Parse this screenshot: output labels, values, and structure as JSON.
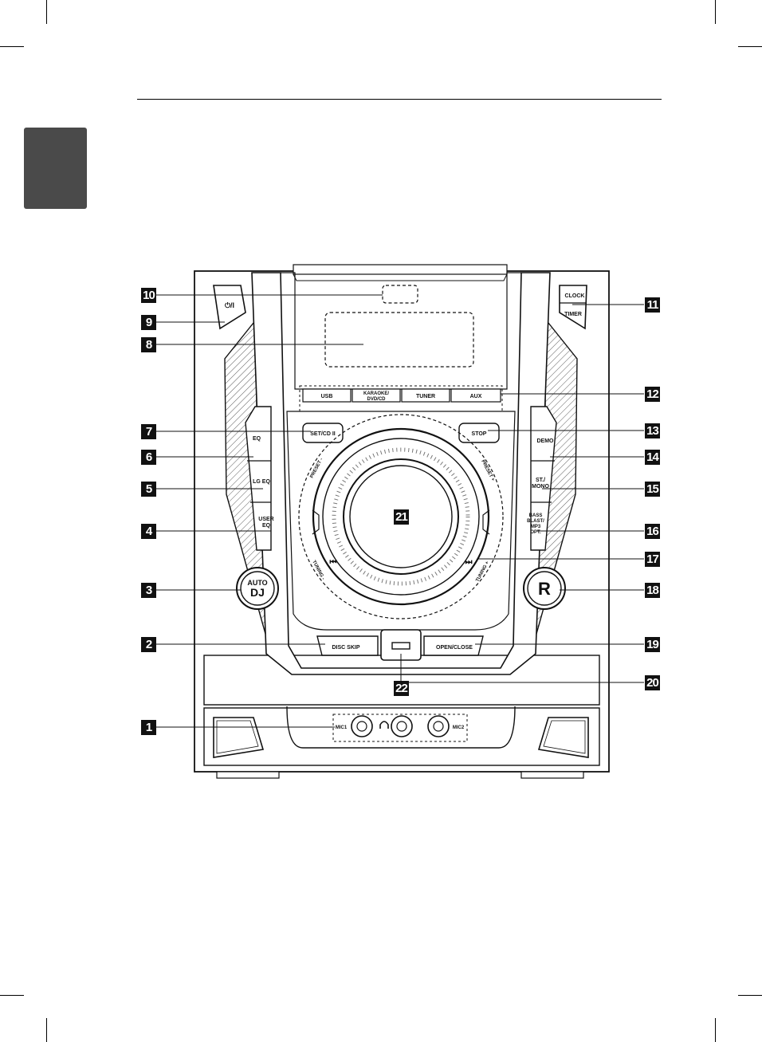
{
  "colors": {
    "ink": "#111111",
    "chapter_tab": "#4a4a4a",
    "paper": "#ffffff"
  },
  "device_labels": {
    "power": "⏻/I",
    "clock": "CLOCK",
    "timer": "TIMER",
    "usb": "USB",
    "karaoke_1": "KARAOKE/",
    "karaoke_2": "DVD/CD",
    "tuner": "TUNER",
    "aux": "AUX",
    "set_cd": "SET/CD II",
    "stop": "STOP",
    "eq": "EQ",
    "lg_eq": "LG EQ",
    "user_eq_1": "USER",
    "user_eq_2": "EQ",
    "demo": "DEMO",
    "st_mono_1": "ST./",
    "st_mono_2": "MONO",
    "bass_1": "BASS",
    "bass_2": "BLAST/",
    "bass_3": "MP3",
    "bass_4": "OPT.",
    "auto": "AUTO",
    "dj": "DJ",
    "r": "R",
    "disc_skip": "DISC SKIP",
    "open_close": "OPEN/CLOSE",
    "mic1": "MIC1",
    "mic2": "MIC2",
    "preset_minus": "PRESET -",
    "preset_plus": "PRESET +",
    "tuning_minus": "TUNING -",
    "tuning_plus": "TUNING +",
    "prev": "⏮",
    "next": "⏭"
  },
  "callouts": [
    {
      "label": "10"
    },
    {
      "label": "9"
    },
    {
      "label": "8"
    },
    {
      "label": "7"
    },
    {
      "label": "6"
    },
    {
      "label": "5"
    },
    {
      "label": "4"
    },
    {
      "label": "3"
    },
    {
      "label": "2"
    },
    {
      "label": "1"
    },
    {
      "label": "11"
    },
    {
      "label": "12"
    },
    {
      "label": "13"
    },
    {
      "label": "14"
    },
    {
      "label": "15"
    },
    {
      "label": "16"
    },
    {
      "label": "17"
    },
    {
      "label": "18"
    },
    {
      "label": "19"
    },
    {
      "label": "20"
    },
    {
      "label": "21"
    },
    {
      "label": "22"
    }
  ]
}
